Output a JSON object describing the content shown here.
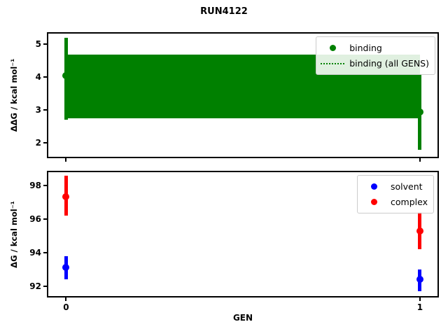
{
  "title": "RUN4122",
  "xlabel": "GEN",
  "chart_data": [
    {
      "type": "scatter",
      "panel": "ddG-binding",
      "ylabel": "ΔΔG / kcal mol⁻¹",
      "xlim": [
        -0.05,
        1.05
      ],
      "ylim": [
        1.58,
        5.33
      ],
      "yticks": [
        2,
        3,
        4,
        5
      ],
      "xticks": [
        0,
        1
      ],
      "xticklabels": null,
      "grid": false,
      "legend_position": "upper right",
      "series": [
        {
          "name": "binding",
          "color": "#008000",
          "marker": "circle",
          "points": [
            {
              "x": 0,
              "y": 4.05,
              "lo": 2.7,
              "hi": 5.2
            },
            {
              "x": 1,
              "y": 2.95,
              "lo": 1.8,
              "hi": 4.1
            }
          ]
        },
        {
          "name": "binding (all GENS)",
          "color": "#008000",
          "style": "dotted-line-with-band",
          "band": {
            "x": [
              0,
              1
            ],
            "lo": 2.75,
            "hi": 4.7
          }
        }
      ]
    },
    {
      "type": "scatter",
      "panel": "dG-components",
      "ylabel": "ΔG / kcal mol⁻¹",
      "xlim": [
        -0.05,
        1.05
      ],
      "ylim": [
        91.4,
        98.8
      ],
      "yticks": [
        92,
        94,
        96,
        98
      ],
      "xticks": [
        0,
        1
      ],
      "xticklabels": [
        "0",
        "1"
      ],
      "grid": false,
      "legend_position": "upper right",
      "series": [
        {
          "name": "solvent",
          "color": "#0000ff",
          "marker": "circle",
          "points": [
            {
              "x": 0,
              "y": 93.1,
              "lo": 92.4,
              "hi": 93.8
            },
            {
              "x": 1,
              "y": 92.4,
              "lo": 91.7,
              "hi": 93.0
            }
          ]
        },
        {
          "name": "complex",
          "color": "#ff0000",
          "marker": "circle",
          "points": [
            {
              "x": 0,
              "y": 97.35,
              "lo": 96.2,
              "hi": 98.6
            },
            {
              "x": 1,
              "y": 95.3,
              "lo": 94.2,
              "hi": 96.4
            }
          ]
        }
      ]
    }
  ]
}
